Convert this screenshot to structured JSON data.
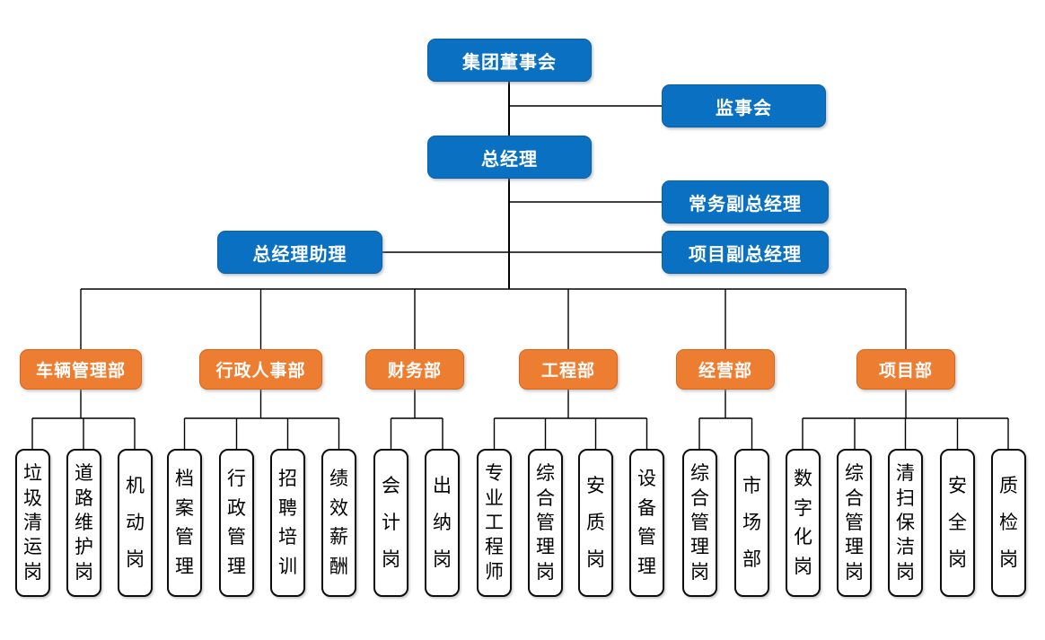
{
  "colors": {
    "executive_fill": "#0a70c2",
    "department_fill": "#ed7d31",
    "position_fill": "#ffffff",
    "connector": "#000000",
    "executive_text": "#ffffff",
    "position_text": "#000000"
  },
  "executives": {
    "board": "集团董事会",
    "supervisory": "监事会",
    "general_manager": "总经理",
    "executive_deputy_gm": "常务副总经理",
    "project_deputy_gm": "项目副总经理",
    "gm_assistant": "总经理助理"
  },
  "departments": [
    {
      "label": "车辆管理部",
      "positions": [
        "垃圾清运岗",
        "道路维护岗",
        "机动岗"
      ]
    },
    {
      "label": "行政人事部",
      "positions": [
        "档案管理",
        "行政管理",
        "招聘培训",
        "绩效薪酬"
      ]
    },
    {
      "label": "财务部",
      "positions": [
        "会计岗",
        "出纳岗"
      ]
    },
    {
      "label": "工程部",
      "positions": [
        "专业工程师",
        "综合管理岗",
        "安质岗",
        "设备管理"
      ]
    },
    {
      "label": "经营部",
      "positions": [
        "综合管理岗",
        "市场部"
      ]
    },
    {
      "label": "项目部",
      "positions": [
        "数字化岗",
        "综合管理岗",
        "清扫保洁岗",
        "安全岗",
        "质检岗"
      ]
    }
  ]
}
